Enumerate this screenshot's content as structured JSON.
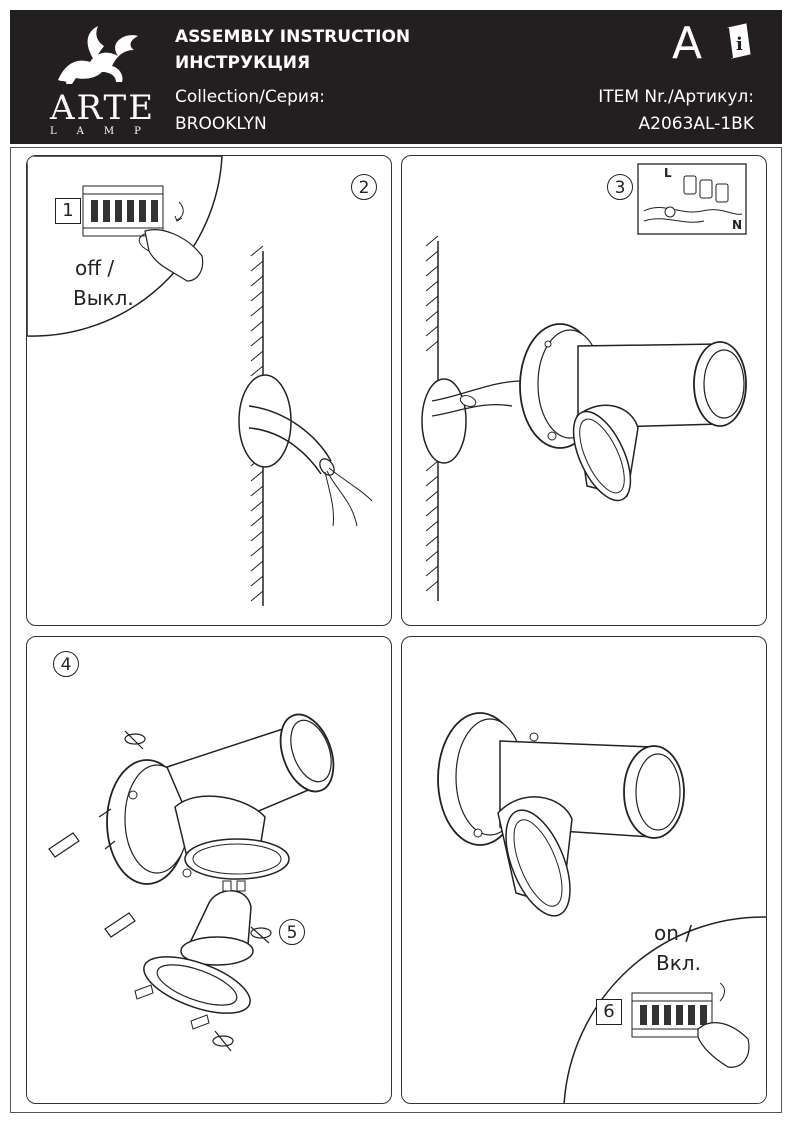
{
  "header": {
    "brand": "ARTE",
    "brand_sub": "LAMP",
    "title_en": "ASSEMBLY INSTRUCTION",
    "title_ru": "ИНСТРУКЦИЯ",
    "collection_label": "Collection/Серия:",
    "collection_value": "BROOKLYN",
    "doc_letter": "A",
    "info_icon": "info-booklet-icon",
    "item_label": "ITEM Nr./Артикул:",
    "item_value": "A2063AL-1BK"
  },
  "steps": {
    "s1": {
      "number": "1",
      "text_en": "off /",
      "text_ru": "Выкл."
    },
    "s2": {
      "number": "2"
    },
    "s3": {
      "number": "3",
      "wiring_L": "L",
      "wiring_N": "N"
    },
    "s4": {
      "number": "4"
    },
    "s5": {
      "number": "5"
    },
    "s6": {
      "number": "6",
      "text_en": "on /",
      "text_ru": "Вкл."
    }
  },
  "colors": {
    "header_bg": "#231f20",
    "line": "#222222"
  }
}
